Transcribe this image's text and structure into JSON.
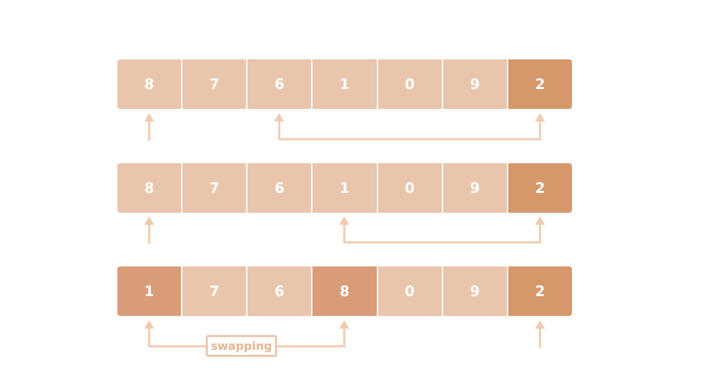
{
  "rows": [
    {
      "cells": [
        {
          "value": "8",
          "shade": "light"
        },
        {
          "value": "7",
          "shade": "light"
        },
        {
          "value": "6",
          "shade": "light"
        },
        {
          "value": "1",
          "shade": "light"
        },
        {
          "value": "0",
          "shade": "light"
        },
        {
          "value": "9",
          "shade": "light"
        },
        {
          "value": "2",
          "shade": "dark"
        }
      ]
    },
    {
      "cells": [
        {
          "value": "8",
          "shade": "light"
        },
        {
          "value": "7",
          "shade": "light"
        },
        {
          "value": "6",
          "shade": "light"
        },
        {
          "value": "1",
          "shade": "light"
        },
        {
          "value": "0",
          "shade": "light"
        },
        {
          "value": "9",
          "shade": "light"
        },
        {
          "value": "2",
          "shade": "dark"
        }
      ]
    },
    {
      "cells": [
        {
          "value": "1",
          "shade": "mid"
        },
        {
          "value": "7",
          "shade": "light"
        },
        {
          "value": "6",
          "shade": "light"
        },
        {
          "value": "8",
          "shade": "mid"
        },
        {
          "value": "0",
          "shade": "light"
        },
        {
          "value": "9",
          "shade": "light"
        },
        {
          "value": "2",
          "shade": "dark"
        }
      ]
    }
  ],
  "swap_label": "swapping",
  "colors": {
    "cell_light": "#e9c5ab",
    "cell_highlight": "#d99c78",
    "cell_pivot": "#d6976b",
    "arrow": "#efcbb0",
    "label_text": "#e7b594"
  }
}
